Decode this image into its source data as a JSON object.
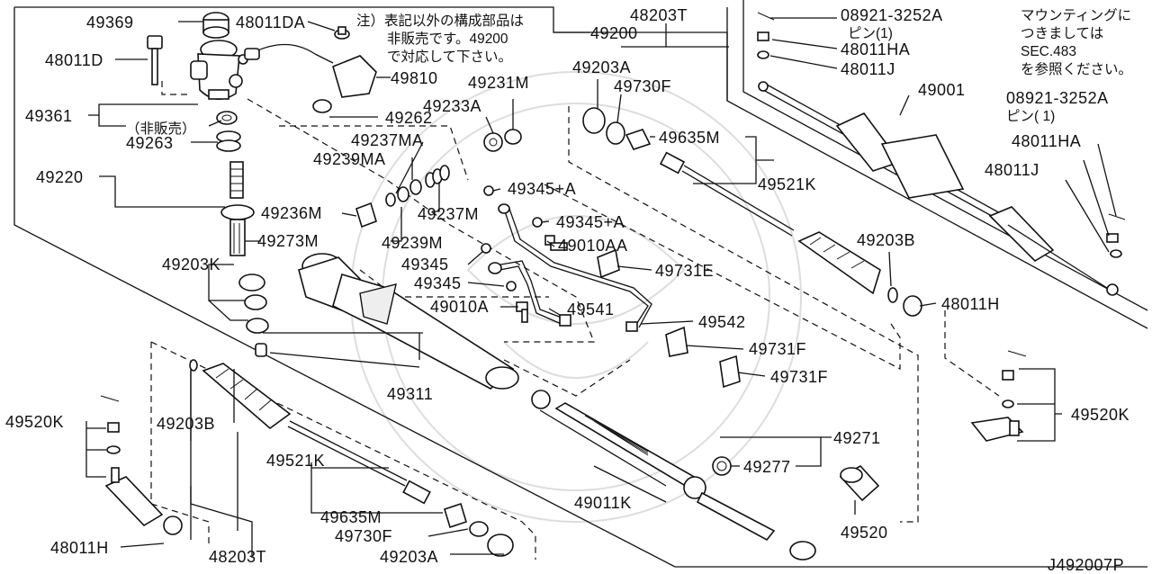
{
  "diagram_code": "J492007P",
  "labels": {
    "p49369": "49369",
    "p48011DA": "48011DA",
    "p48011D": "48011D",
    "p49810": "49810",
    "p49361": "49361",
    "p49262": "49262",
    "p_hihanbai": "（非販売）",
    "p49263": "49263",
    "p49220": "49220",
    "p49237MA": "49237MA",
    "p49239MA": "49239MA",
    "p49233A": "49233A",
    "p49231M": "49231M",
    "p49236M": "49236M",
    "p49237M": "49237M",
    "p49345A_1": "49345+A",
    "p49345A_2": "49345+A",
    "p49273M": "49273M",
    "p49239M": "49239M",
    "p49010AA": "49010AA",
    "p49203K": "49203K",
    "p49345_1": "49345",
    "p49345_2": "49345",
    "p49731E": "49731E",
    "p49010A": "49010A",
    "p49541": "49541",
    "p49542": "49542",
    "p49731F_1": "49731F",
    "p49731F_2": "49731F",
    "p49311": "49311",
    "p49200": "49200",
    "p48203T_top": "48203T",
    "p49203A_top": "49203A",
    "p49730F_top": "49730F",
    "p49635M_top": "49635M",
    "p49521K_top": "49521K",
    "p49203B_right": "49203B",
    "p48011H_right": "48011H",
    "p08921_top": "08921-3252A",
    "p_pin1_top": "ピン(1)",
    "p48011HA_top": "48011HA",
    "p48011J_top": "48011J",
    "p49001": "49001",
    "p08921_right": "08921-3252A",
    "p_pin1_right": "ピン( 1)",
    "p48011HA_right": "48011HA",
    "p48011J_right": "48011J",
    "p49520K_right": "49520K",
    "p49271": "49271",
    "p49277": "49277",
    "p49011K": "49011K",
    "p49520": "49520",
    "p49520K_left": "49520K",
    "p49203B_left": "49203B",
    "p49521K_left": "49521K",
    "p49635M_left": "49635M",
    "p49730F_left": "49730F",
    "p48011H_left": "48011H",
    "p48203T_bottom": "48203T",
    "p49203A_bottom": "49203A"
  },
  "notes": {
    "note_center": [
      "注）表記以外の構成部品は",
      "非販売です。49200",
      "で対応して下さい。"
    ],
    "note_right": [
      "マウンティングに",
      "つきましては",
      "SEC.483",
      "を参照ください。"
    ]
  }
}
